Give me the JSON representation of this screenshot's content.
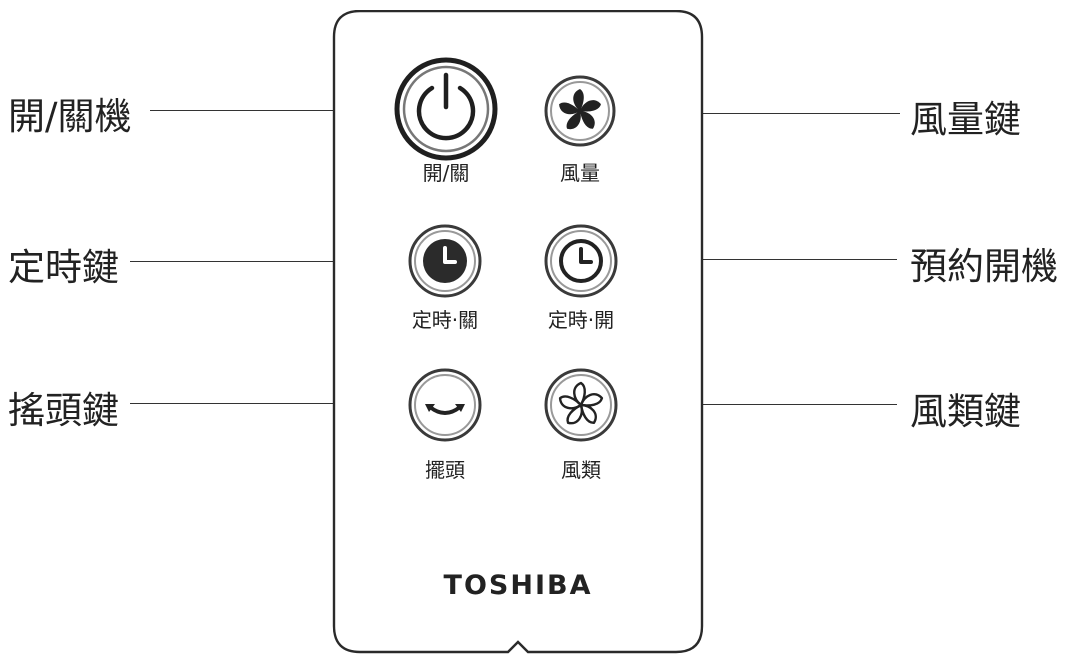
{
  "remote": {
    "brand": "TOSHIBA",
    "buttons": [
      {
        "id": "power",
        "label": "開/關",
        "icon": "power-icon"
      },
      {
        "id": "speed",
        "label": "風量",
        "icon": "fan-icon"
      },
      {
        "id": "timer-off",
        "label": "定時·關",
        "icon": "clock-icon"
      },
      {
        "id": "timer-on",
        "label": "定時·開",
        "icon": "clock-icon"
      },
      {
        "id": "swing",
        "label": "擺頭",
        "icon": "swing-arrow-icon"
      },
      {
        "id": "mode",
        "label": "風類",
        "icon": "fan-outline-icon"
      }
    ]
  },
  "callouts": {
    "left": [
      "開/關機",
      "定時鍵",
      "搖頭鍵"
    ],
    "right": [
      "風量鍵",
      "預約開機",
      "風類鍵"
    ]
  },
  "colors": {
    "ink": "#222222",
    "button_fill": "#ffffff",
    "button_ring": "#8a8a8a",
    "dark_fill": "#2b2b2b"
  }
}
